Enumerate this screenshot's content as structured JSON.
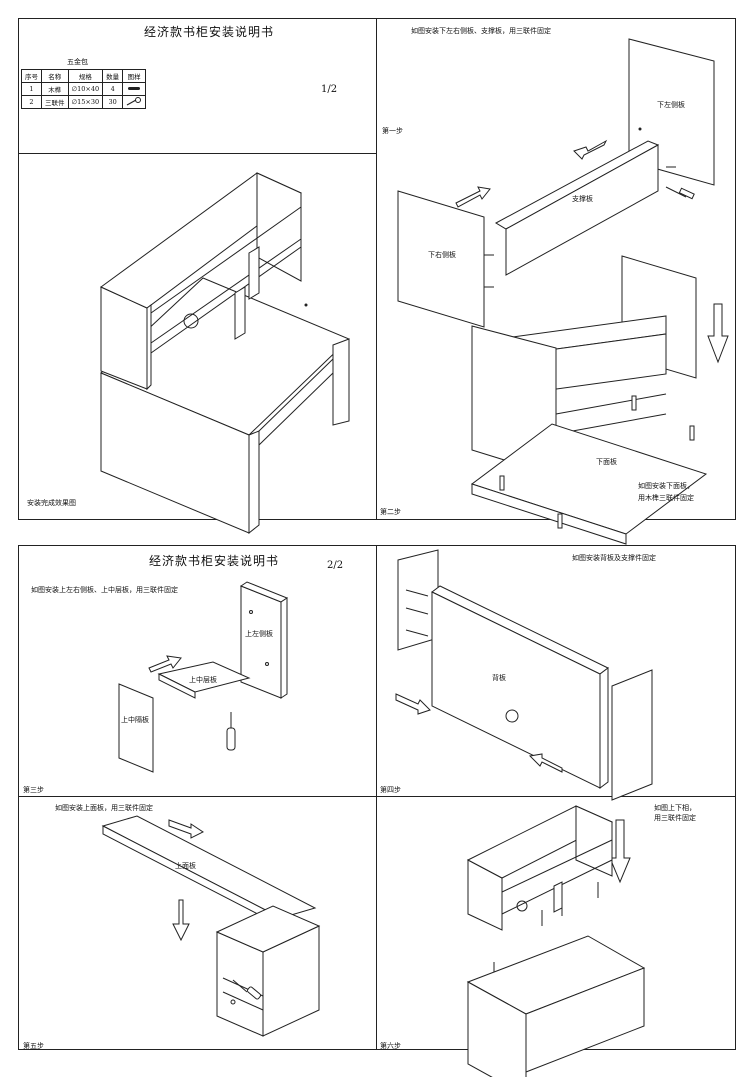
{
  "page1": {
    "title": "经济款书柜安装说明书",
    "page_number": "1/2",
    "hardware": {
      "heading": "五金包",
      "columns": [
        "序号",
        "名称",
        "规格",
        "数量",
        "图样"
      ],
      "rows": [
        [
          "1",
          "木榫",
          "∅10×40",
          "4"
        ],
        [
          "2",
          "三联件",
          "∅15×30",
          "30"
        ]
      ]
    },
    "overview_caption": "安装完成效果图",
    "step1_label": "第一步",
    "step1_note": "如图安装下左右侧板、支撑板，用三联件固定",
    "step1_parts": {
      "left_side": "下左侧板",
      "support": "支撑板",
      "right_side": "下右侧板"
    },
    "step2_label": "第二步",
    "step2_part": "下面板",
    "step2_note_1": "如图安装下面板，",
    "step2_note_2": "用木榫三联件固定"
  },
  "page2": {
    "title": "经济款书柜安装说明书",
    "page_number": "2/2",
    "step3_label": "第三步",
    "step3_note": "如图安装上左右侧板、上中层板，用三联件固定",
    "step3_parts": {
      "left_side": "上左侧板",
      "shelf": "上中层板",
      "divider": "上中隔板"
    },
    "step4_label": "第四步",
    "step4_note": "如图安装背板及支撑件固定",
    "step4_part": "背板",
    "step5_label": "第五步",
    "step5_note": "如图安装上面板，用三联件固定",
    "step5_part": "上面板",
    "step6_label": "第六步",
    "step6_note_1": "如图上下相，",
    "step6_note_2": "用三联件固定"
  }
}
